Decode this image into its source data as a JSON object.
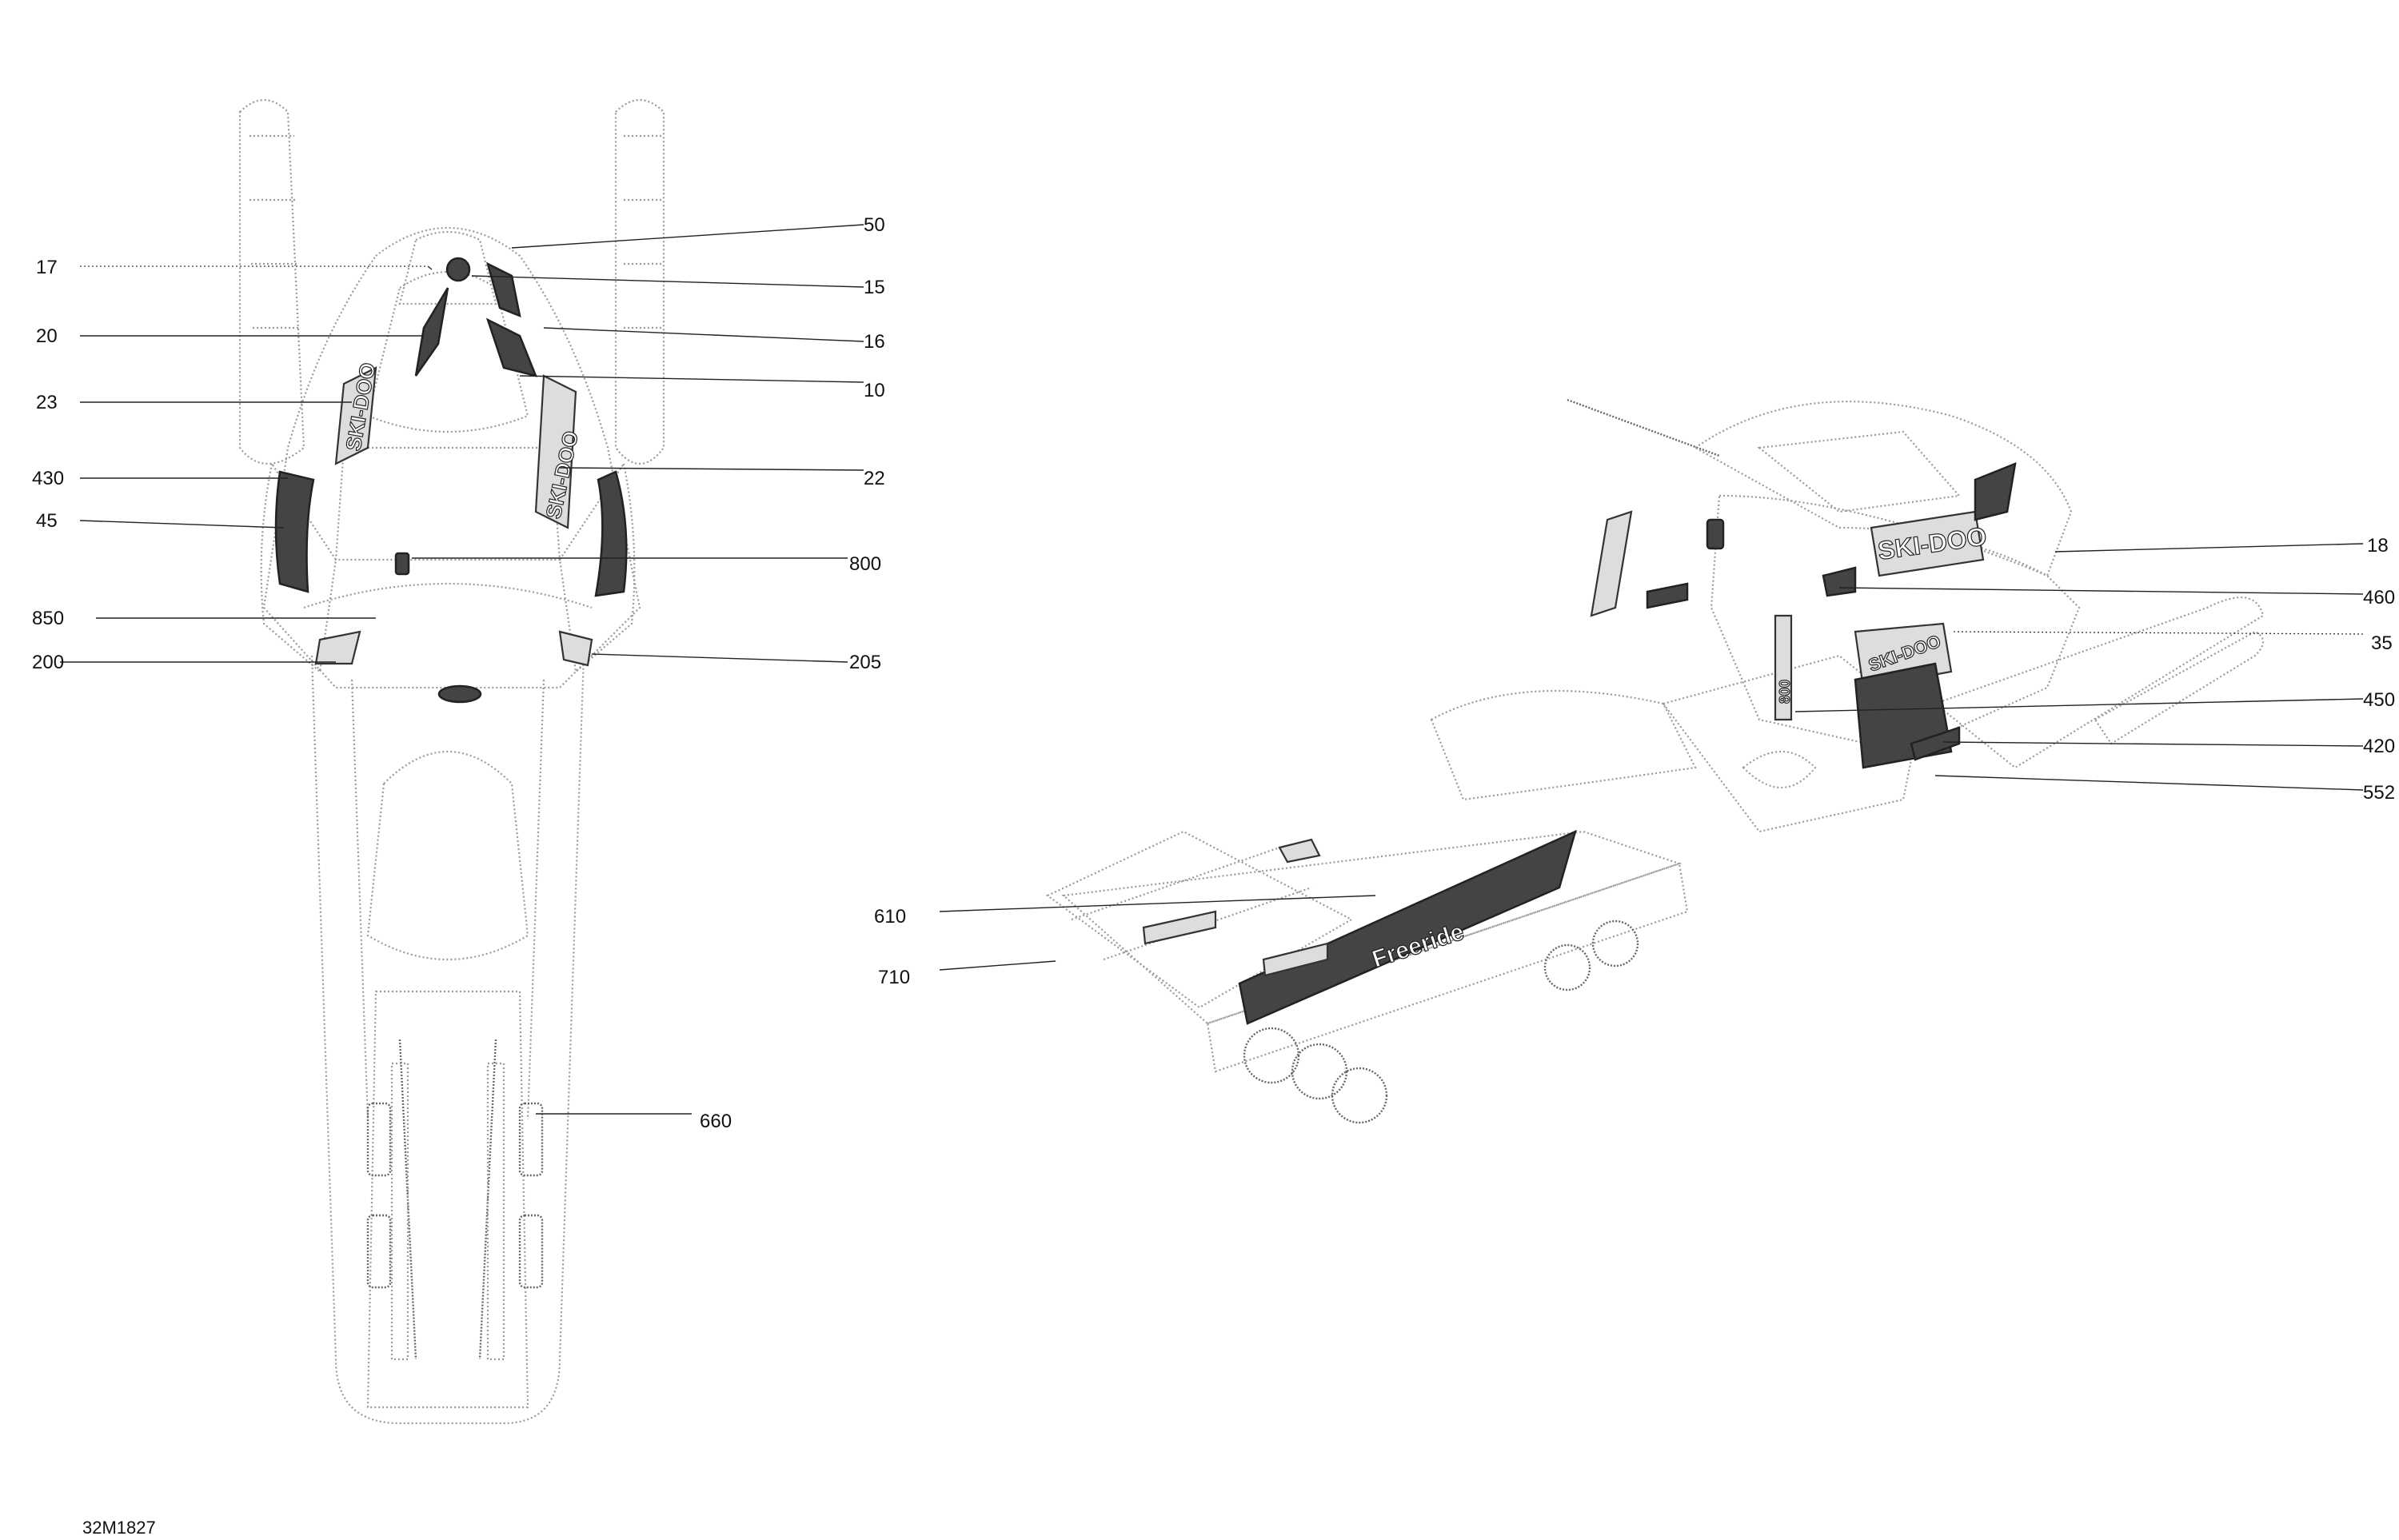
{
  "drawing_id": "32M1827",
  "brand_decal_text": "SKI-DOO",
  "rear_decal_text": "Freeride",
  "number_decal_text": "800",
  "callouts": {
    "c17": "17",
    "c20": "20",
    "c23": "23",
    "c430": "430",
    "c45": "45",
    "c850": "850",
    "c200": "200",
    "c50": "50",
    "c15": "15",
    "c16": "16",
    "c10": "10",
    "c22": "22",
    "c800": "800",
    "c205": "205",
    "c660": "660",
    "c610": "610",
    "c710": "710",
    "c18": "18",
    "c460": "460",
    "c35": "35",
    "c450": "450",
    "c420": "420",
    "c552": "552"
  }
}
